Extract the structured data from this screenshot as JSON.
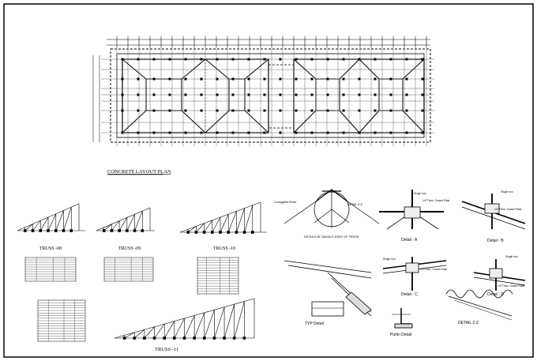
{
  "drawing": {
    "plan_title": "CONCRETE LAYOUT PLAN",
    "trusses": [
      {
        "title": "TRUSS -08"
      },
      {
        "title": "TRUSS -09"
      },
      {
        "title": "TRUSS -10"
      },
      {
        "title": "TRUSS -11"
      }
    ],
    "details": {
      "saddle": "DETAILS AT SADDLE JOINT OF TRUSS",
      "detail_a": "Detail - A",
      "detail_b": "Detail - B",
      "detail_c": "Detail - C",
      "detail_d": "Detail - D",
      "detail_zz": "DETAIL Z-Z",
      "typ": "TYP Detail",
      "purlin": "Purlin Detail"
    },
    "callouts": {
      "corrugated": "Corrugated Sheet",
      "detail_z": "DETAIL Z-Z",
      "single_iron": "Single Iron",
      "gusset": "1/4\"Thick. Gusset Plate"
    }
  }
}
